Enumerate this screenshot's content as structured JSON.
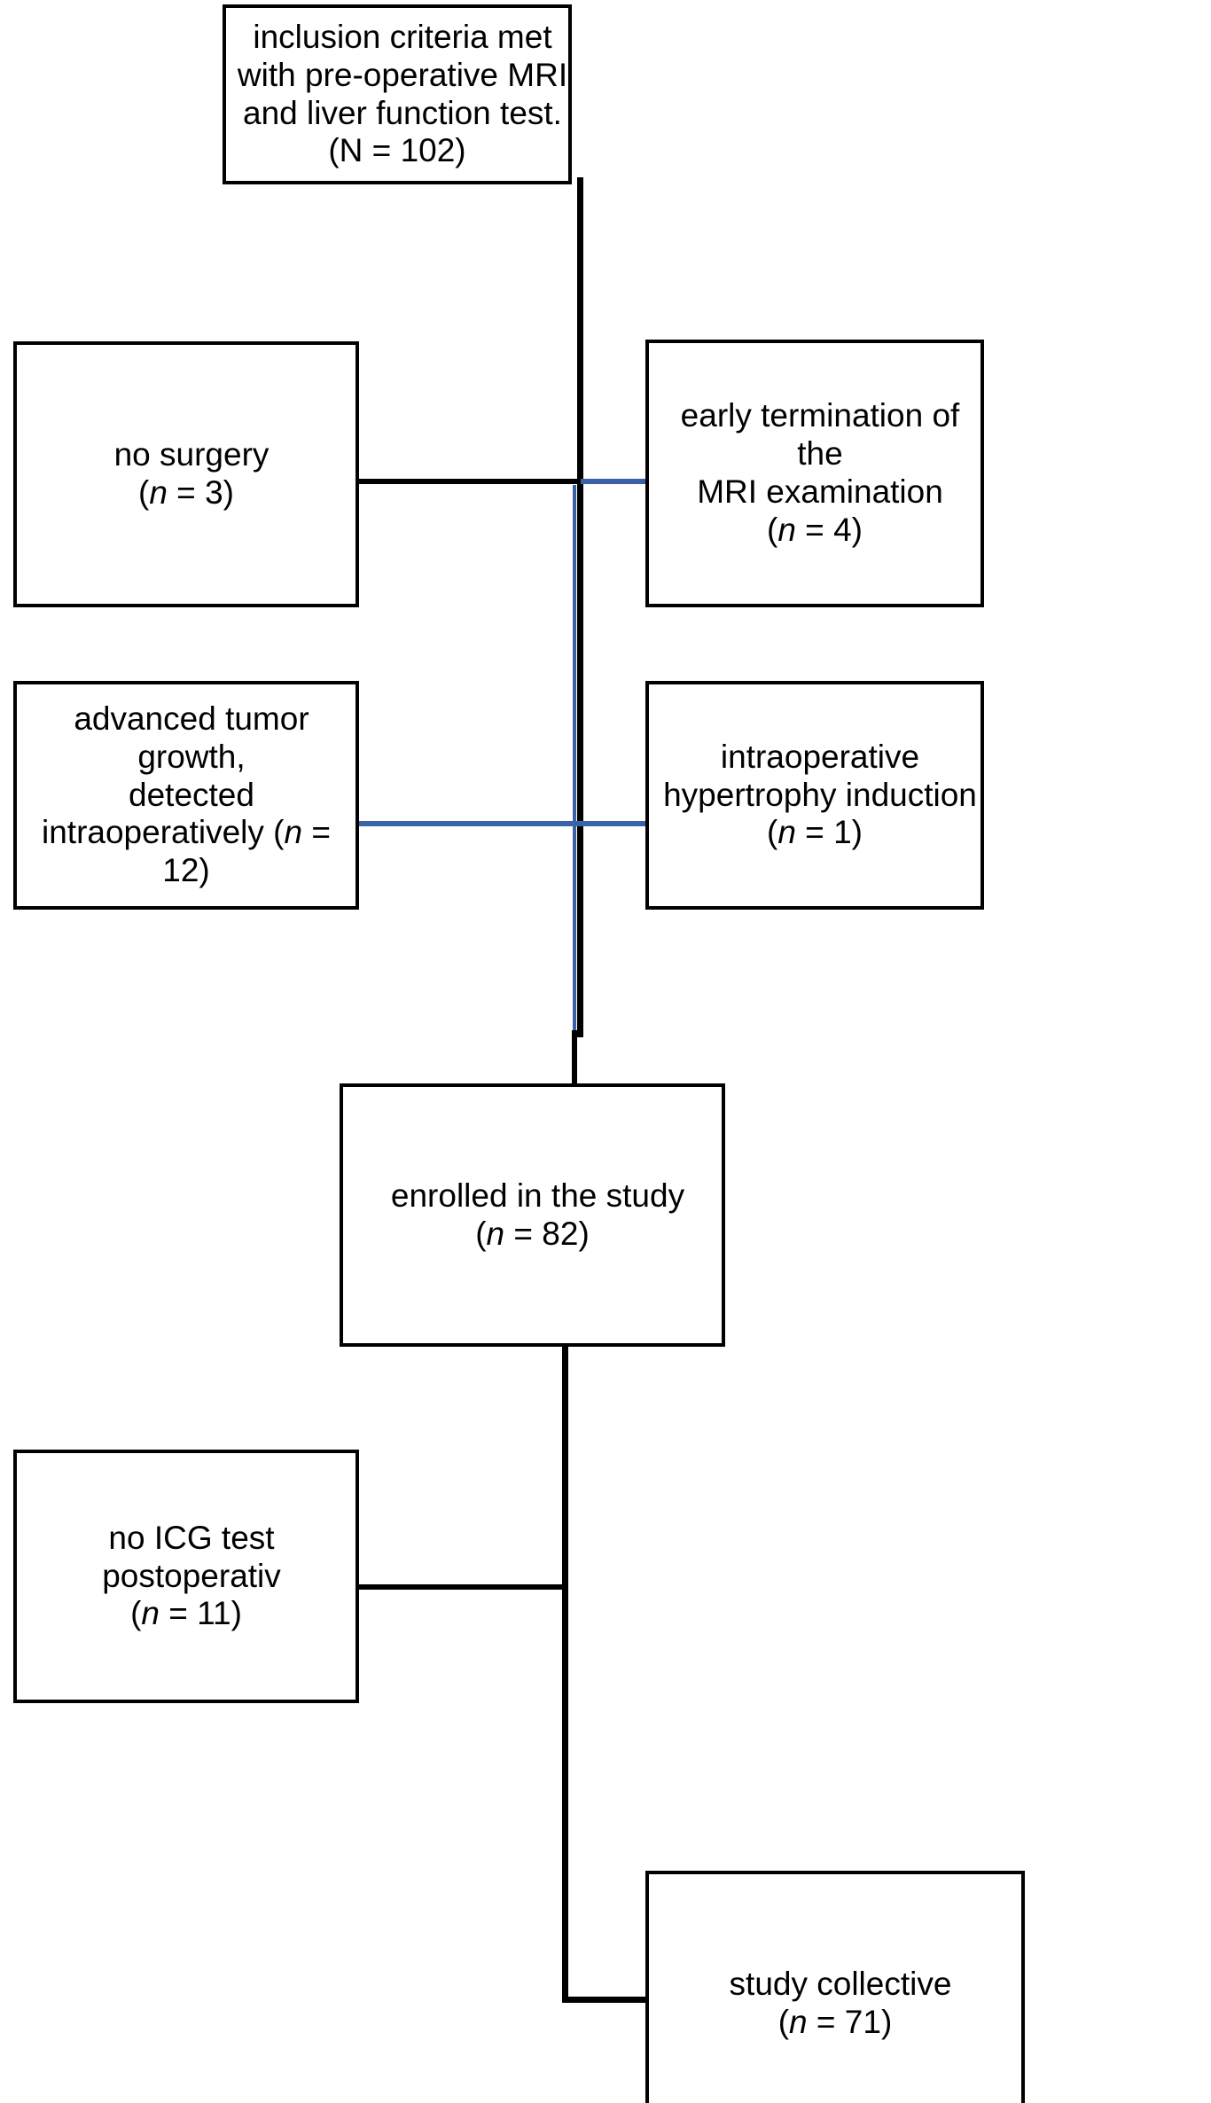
{
  "diagram": {
    "type": "flowchart",
    "title": "patient-inclusion-flowchart",
    "colors": {
      "box_border": "#000000",
      "box_fill": "#ffffff",
      "connector_black": "#000000",
      "connector_blue": "#3B62A8",
      "text": "#000000"
    }
  },
  "nodes": {
    "inclusion": {
      "text": "inclusion criteria met\nwith pre-operative MRI\nand liver function test.",
      "count_prefix": "(N = ",
      "count_symbol": "N",
      "count_value": "102",
      "count_suffix": ")",
      "count_label": "(N = 102)",
      "count_italic": false
    },
    "no_surgery": {
      "text": "no surgery",
      "count_prefix": "(",
      "count_symbol": "n",
      "count_value": " = 3",
      "count_suffix": ")",
      "count_label": "(n = 3)",
      "count_italic": true
    },
    "early_termination": {
      "text": "early termination of the\nMRI examination",
      "count_prefix": "(",
      "count_symbol": "n",
      "count_value": " = 4",
      "count_suffix": ")",
      "count_label": "(n = 4)",
      "count_italic": true
    },
    "advanced_tumor": {
      "text": "advanced tumor growth,\ndetected",
      "count_prefix": "intraoperatively (",
      "count_symbol": "n",
      "count_value": " = 12",
      "count_suffix": ")",
      "count_label": "intraoperatively (n = 12)",
      "count_italic": true
    },
    "intraoperative_hypertrophy": {
      "text": "intraoperative\nhypertrophy induction",
      "count_prefix": "(",
      "count_symbol": "n",
      "count_value": " = 1",
      "count_suffix": ")",
      "count_label": "(n = 1)",
      "count_italic": true
    },
    "enrolled": {
      "text": "enrolled in the study",
      "count_prefix": "(",
      "count_symbol": "n",
      "count_value": " = 82",
      "count_suffix": ")",
      "count_label": "(n = 82)",
      "count_italic": true
    },
    "no_icg": {
      "text": "no ICG test postoperativ",
      "count_prefix": "(",
      "count_symbol": "n",
      "count_value": " = 11",
      "count_suffix": ")",
      "count_label": "(n = 11)",
      "count_italic": true
    },
    "study_collective": {
      "text": "study collective",
      "count_prefix": "(",
      "count_symbol": "n",
      "count_value": " = 71",
      "count_suffix": ")",
      "count_label": "(n = 71)",
      "count_italic": true
    }
  },
  "edges": [
    {
      "name": "inclusion-to-spine",
      "from": "inclusion",
      "to": "spine",
      "color": "#000000"
    },
    {
      "name": "spine-to-no-surgery",
      "from": "spine",
      "to": "no_surgery",
      "color": "#000000"
    },
    {
      "name": "spine-to-early-termination",
      "from": "spine",
      "to": "early_termination",
      "color": "#3B62A8"
    },
    {
      "name": "spine-to-advanced-tumor",
      "from": "spine",
      "to": "advanced_tumor",
      "color": "#3B62A8"
    },
    {
      "name": "spine-to-intraoperative-hypertrophy",
      "from": "spine",
      "to": "intraoperative_hypertrophy",
      "color": "#3B62A8"
    },
    {
      "name": "spine-to-enrolled",
      "from": "spine",
      "to": "enrolled",
      "color": "#000000"
    },
    {
      "name": "enrolled-to-no-icg",
      "from": "enrolled",
      "to": "no_icg",
      "color": "#000000"
    },
    {
      "name": "enrolled-to-study-collective",
      "from": "enrolled",
      "to": "study_collective",
      "color": "#000000"
    }
  ]
}
